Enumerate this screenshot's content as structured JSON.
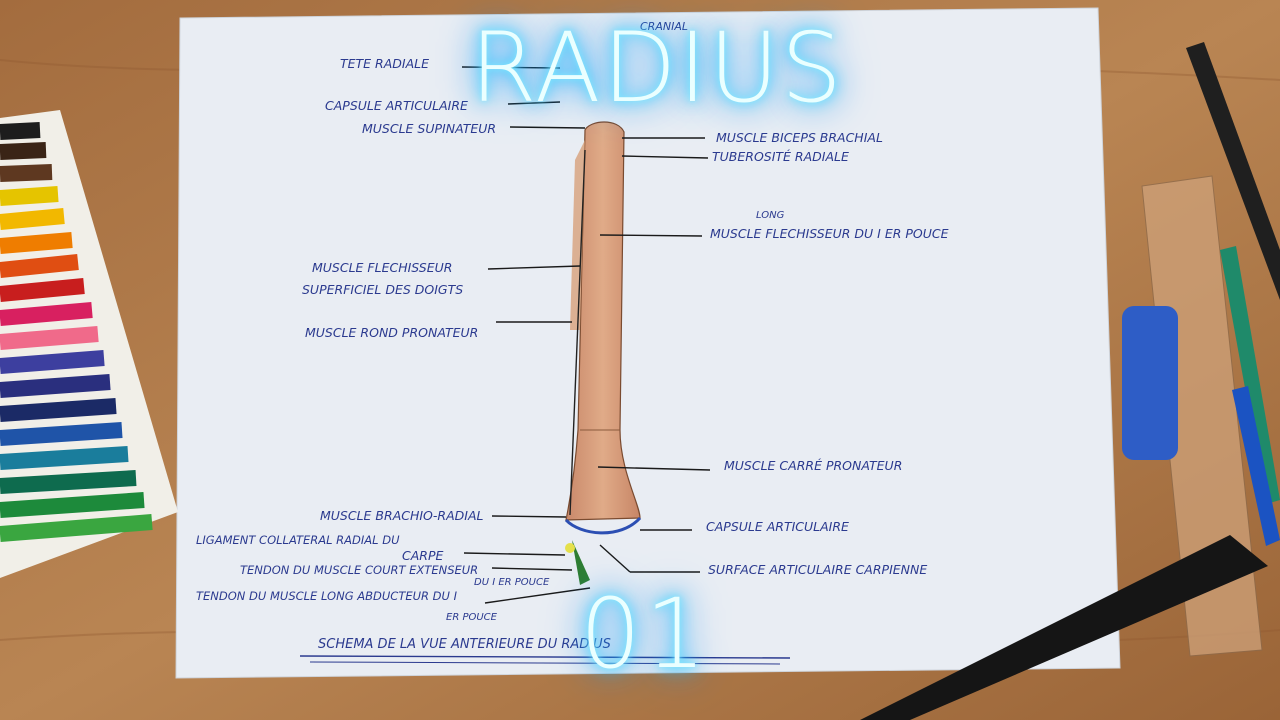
{
  "overlay": {
    "title": "RADIUS",
    "episode": "01"
  },
  "drawing": {
    "header_label": "CRANIAL",
    "labels_left": [
      "TETE RADIALE",
      "CAPSULE ARTICULAIRE",
      "MUSCLE SUPINATEUR",
      "MUSCLE FLECHISSEUR",
      "SUPERFICIEL DES DOIGTS",
      "MUSCLE ROND PRONATEUR",
      "MUSCLE BRACHIO-RADIAL",
      "LIGAMENT COLLATERAL RADIAL DU",
      "CARPE",
      "TENDON DU MUSCLE COURT EXTENSEUR",
      "DU I ER POUCE",
      "TENDON DU MUSCLE LONG ABDUCTEUR DU I",
      "ER POUCE"
    ],
    "labels_right": [
      "MUSCLE BICEPS BRACHIAL",
      "TUBEROSITÉ RADIALE",
      "LONG",
      "MUSCLE FLECHISSEUR DU I ER POUCE",
      "MUSCLE CARRÉ PRONATEUR",
      "CAPSULE ARTICULAIRE",
      "SURFACE ARTICULAIRE CARPIENNE"
    ],
    "caption": "SCHEMA DE LA VUE ANTERIEURE DU RADIUS"
  },
  "colors": {
    "table": "#b07a4a",
    "paper": "#e9edf3",
    "bone": "#d59c78",
    "ink": "#2b3a8f",
    "neon": "#2bc8ff"
  }
}
